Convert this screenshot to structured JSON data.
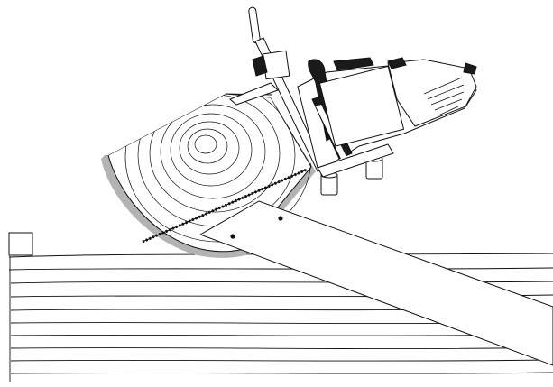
{
  "figure": {
    "kind": "technical-line-illustration",
    "palette": {
      "line": "#111111",
      "bark": "#b3b3b3",
      "fill": "#ffffff",
      "dark": "#1a1a1a"
    },
    "components": [
      {
        "id": "log",
        "icon": "log-cross-section"
      },
      {
        "id": "board-stack",
        "icon": "lumber-stack"
      },
      {
        "id": "guide-rail",
        "icon": "guide-rail"
      },
      {
        "id": "chainsaw",
        "icon": "chainsaw"
      },
      {
        "id": "chain",
        "icon": "saw-chain"
      },
      {
        "id": "marker-square",
        "icon": "square-marker"
      }
    ]
  }
}
